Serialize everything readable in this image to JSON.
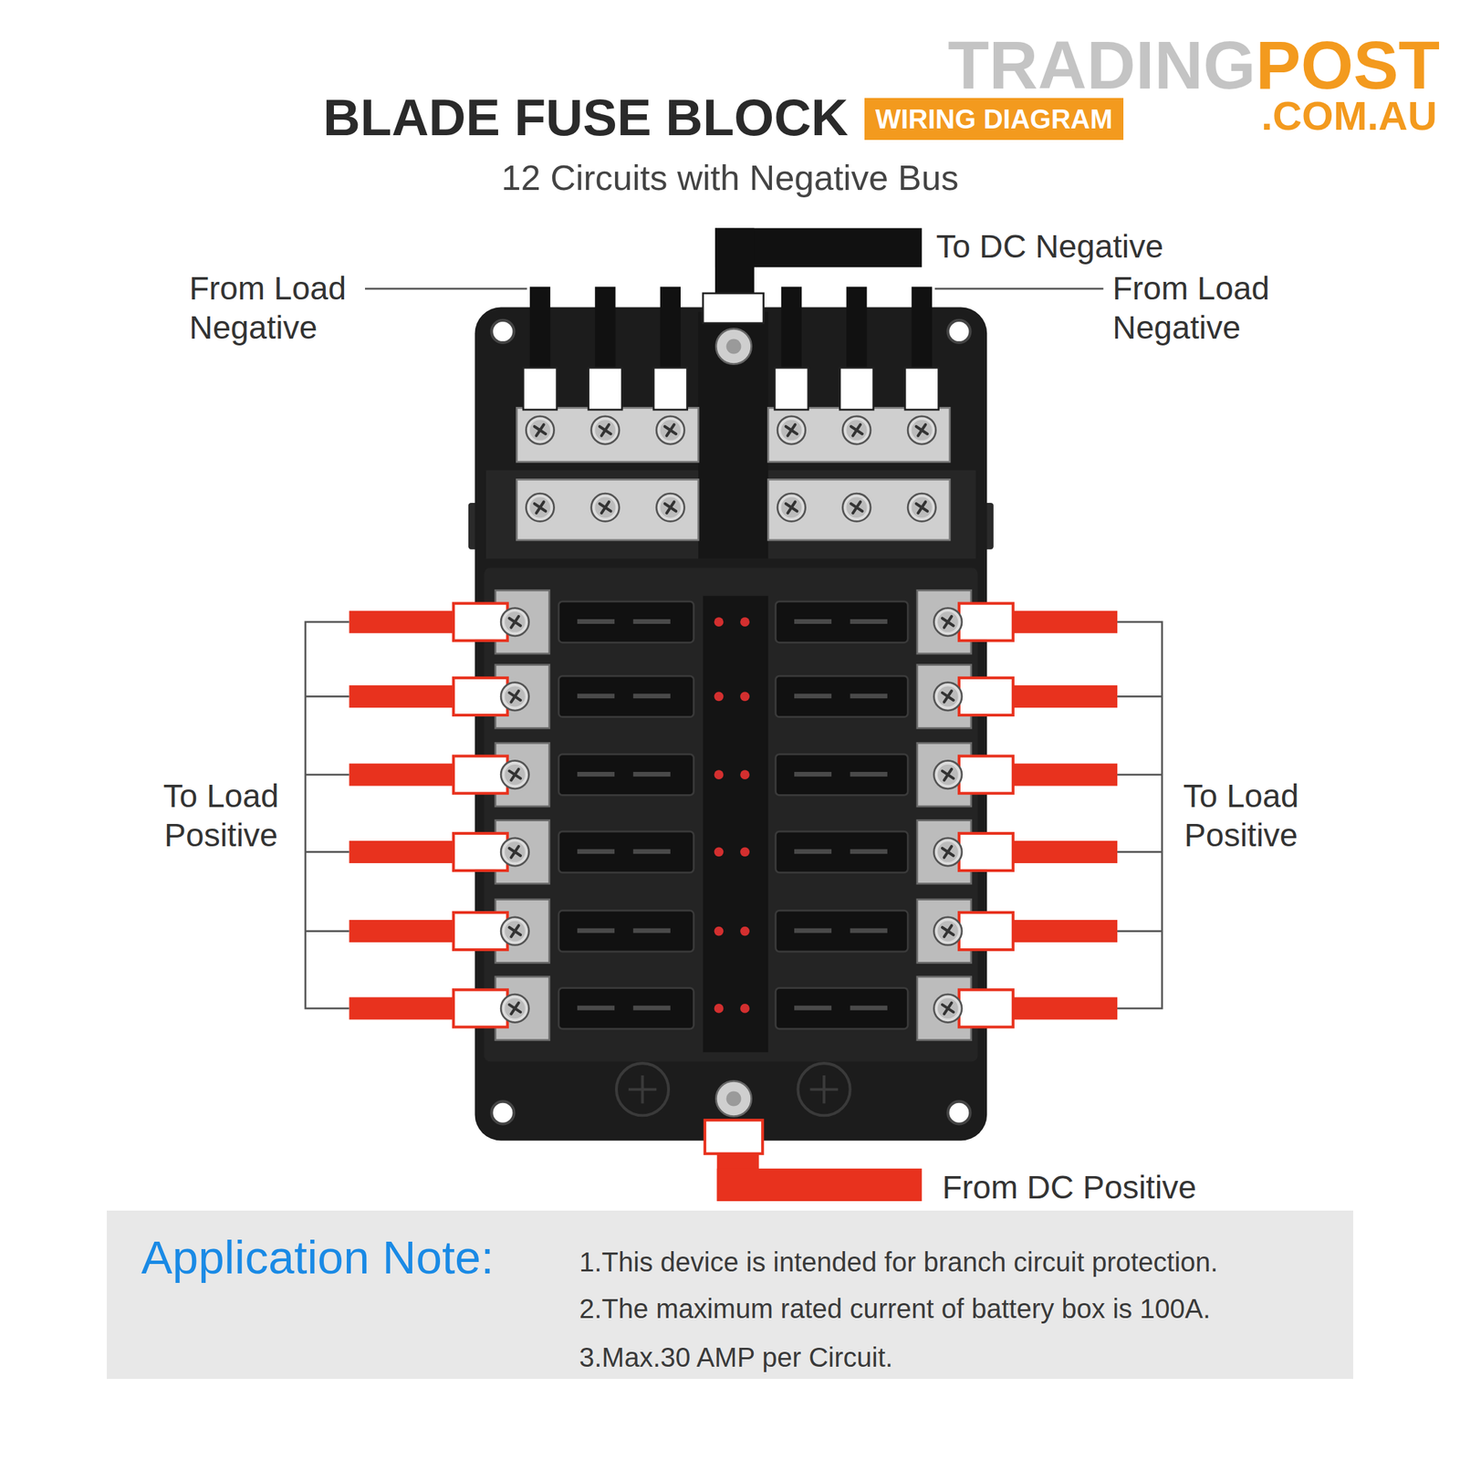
{
  "diagram": {
    "title": "BLADE FUSE BLOCK",
    "nodes": [
      {
        "text": [
          "WIRING DIAGRAM"
        ]
      },
      {
        "text": [
          "Application Note:",
          "1.This device is intended for branch circuit protection.",
          "2.The maximum rated current of battery box is 100A.",
          "3.Max.30 AMP per Circuit."
        ]
      }
    ],
    "labels": [
      "TRADINGPOST",
      ".COM.AU",
      "12 Circuits with Negative Bus",
      "To DC Negative",
      "From Load Negative",
      "From Load Negative",
      "To Load Positive",
      "To Load Positive",
      "From DC Positive"
    ]
  }
}
